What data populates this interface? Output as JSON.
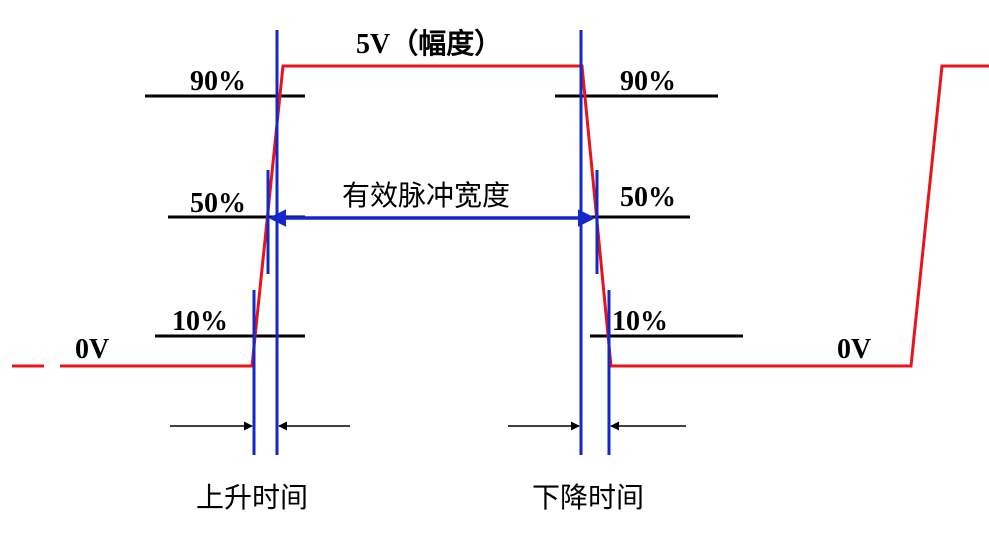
{
  "labels": {
    "amplitude": "5V（幅度）",
    "rise_90": "90%",
    "rise_50": "50%",
    "rise_10": "10%",
    "fall_90": "90%",
    "fall_50": "50%",
    "fall_10": "10%",
    "zero_left": "0V",
    "zero_right": "0V",
    "pulse_width": "有效脉冲宽度",
    "rise_time": "上升时间",
    "fall_time": "下降时间"
  },
  "colors": {
    "signal": "#e8141c",
    "marker": "#1428c8",
    "level": "#000000"
  }
}
